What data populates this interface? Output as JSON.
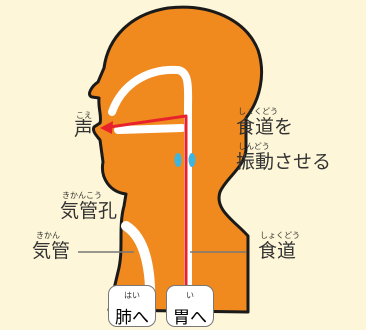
{
  "labels": {
    "voice": {
      "ruby": "こえ",
      "text": "声"
    },
    "vibrate": {
      "ruby1": "しょくどう",
      "line1": "食道を",
      "ruby2": "しんどう",
      "line2": "振動させる"
    },
    "nostril": {
      "ruby": "きかんこう",
      "text": "気管孔"
    },
    "trachea": {
      "ruby": "きかん",
      "text": "気管"
    },
    "esophagus": {
      "ruby": "しょくどう",
      "text": "食道"
    },
    "to_lungs": {
      "ruby": "はい",
      "text": "肺へ"
    },
    "to_stomach": {
      "ruby": "い",
      "text": "胃へ"
    }
  },
  "colors": {
    "background": "#fdf6d8",
    "body": "#f08a1e",
    "outline": "#1a1a1a",
    "airway": "#ffffff",
    "voice_path": "#e8222a",
    "vibration": "#3fb5dd"
  }
}
